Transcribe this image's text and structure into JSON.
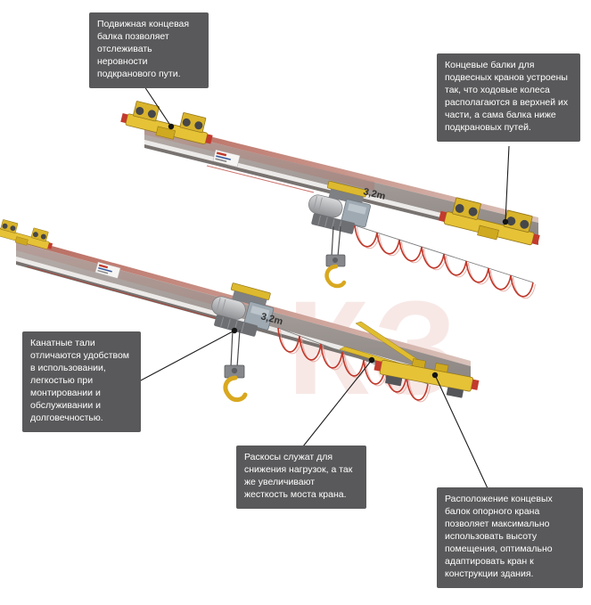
{
  "callouts": [
    {
      "id": "movable-end-beam",
      "text": "Подвижная концевая балка позволяет отслеживать неровности подкранового пути."
    },
    {
      "id": "suspended-end-beams",
      "text": "Концевые балки для подвесных кранов устроены так, что ходовые колеса располагаются в верхней их части, а сама балка ниже подкрановых путей."
    },
    {
      "id": "rope-hoists",
      "text": "Канатные тали отличаются удобством в использовании, легкостью при монтировании и обслуживании и долговечностью."
    },
    {
      "id": "diagonal-braces",
      "text": "Раскосы служат для снижения нагрузок, а так же увеличивают жесткость моста крана."
    },
    {
      "id": "support-end-beams",
      "text": "Расположение концевых балок опорного крана позволяет максимально использовать высоту помещения, оптимально адаптировать кран к конструкции здания."
    }
  ],
  "cranes": {
    "upper": {
      "capacity_label": "3,2m"
    },
    "lower": {
      "capacity_label": "3,2m"
    }
  },
  "watermark": "КЗ",
  "colors": {
    "callout_bg": "#59595b",
    "callout_text": "#ffffff",
    "crane_yellow": "#e6c237",
    "festoon_red": "#c0392b",
    "beam_gray": "#9b9492",
    "line_black": "#1c1c1c"
  }
}
